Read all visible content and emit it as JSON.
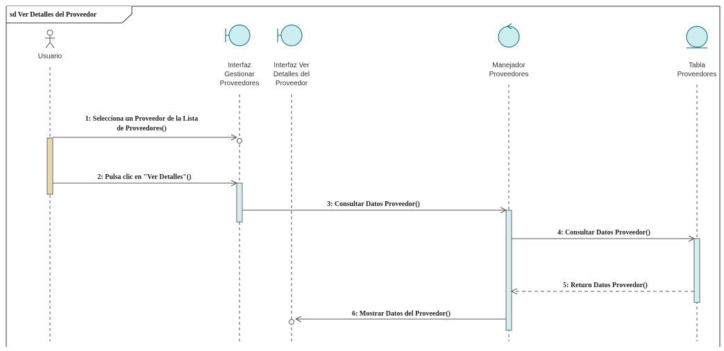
{
  "diagram": {
    "title": "sd Ver Detalles del Proveedor",
    "colors": {
      "lifeline_fill": "#cdeef0",
      "lifeline_stroke": "#2a7f86",
      "actor_activation": "#e8d7b0",
      "activation_fill": "#d7eef0",
      "line": "#555555",
      "frame": "#333333"
    },
    "participants": [
      {
        "id": "usuario",
        "type": "actor",
        "icon": "actor-icon",
        "label_lines": [
          "Usuario"
        ]
      },
      {
        "id": "interfaz-gestionar",
        "type": "boundary",
        "icon": "boundary-icon",
        "label_lines": [
          "Interfaz",
          "Gestionar",
          "Proveedores"
        ]
      },
      {
        "id": "interfaz-ver",
        "type": "boundary",
        "icon": "boundary-icon",
        "label_lines": [
          "Interfaz Ver",
          "Detalles del",
          "Proveedor"
        ]
      },
      {
        "id": "manejador",
        "type": "control",
        "icon": "control-icon",
        "label_lines": [
          "Manejador",
          "Proveedores"
        ]
      },
      {
        "id": "tabla",
        "type": "entity",
        "icon": "entity-icon",
        "label_lines": [
          "Tabla",
          "Proveedores"
        ]
      }
    ],
    "messages": [
      {
        "id": "m1",
        "from": "usuario",
        "to": "interfaz-gestionar",
        "kind": "sync",
        "lines": [
          "1: Selecciona un Proveedor de la Lista",
          "de Proveedores()"
        ]
      },
      {
        "id": "m2",
        "from": "usuario",
        "to": "interfaz-gestionar",
        "kind": "sync",
        "lines": [
          "2: Pulsa clic en \"Ver Detalles\"()"
        ]
      },
      {
        "id": "m3",
        "from": "interfaz-gestionar",
        "to": "manejador",
        "kind": "sync",
        "lines": [
          "3: Consultar Datos Proveedor()"
        ]
      },
      {
        "id": "m4",
        "from": "manejador",
        "to": "tabla",
        "kind": "sync",
        "lines": [
          "4: Consultar Datos Proveedor()"
        ]
      },
      {
        "id": "m5",
        "from": "tabla",
        "to": "manejador",
        "kind": "return",
        "lines": [
          "5: Return Datos Proveedor()"
        ]
      },
      {
        "id": "m6",
        "from": "manejador",
        "to": "interfaz-ver",
        "kind": "sync",
        "lines": [
          "6: Mostrar Datos del Proveedor()"
        ]
      }
    ]
  }
}
